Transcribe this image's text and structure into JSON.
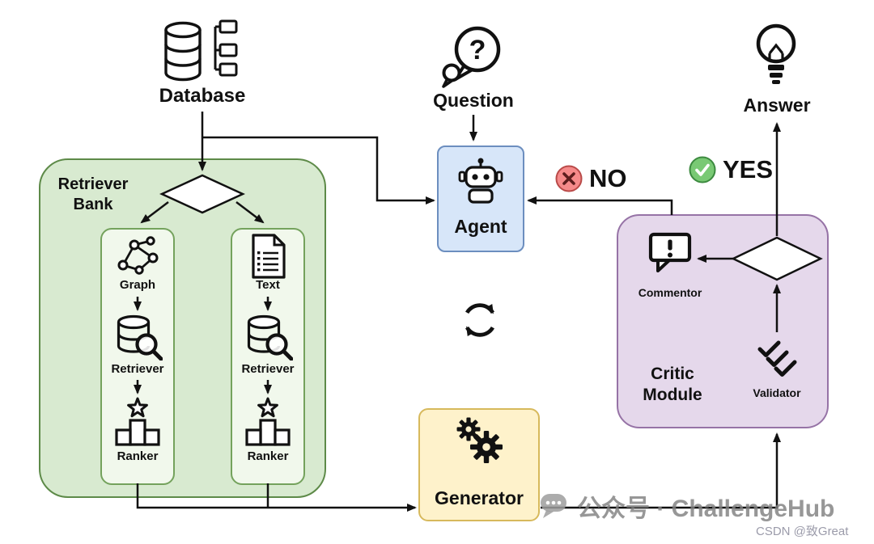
{
  "nodes": {
    "database": {
      "label": "Database"
    },
    "question": {
      "label": "Question"
    },
    "answer": {
      "label": "Answer"
    },
    "agent": {
      "label": "Agent"
    },
    "generator": {
      "label": "Generator"
    },
    "retriever_bank": {
      "label": "Retriever Bank",
      "columns": [
        {
          "source": "Graph",
          "retriever": "Retriever",
          "ranker": "Ranker"
        },
        {
          "source": "Text",
          "retriever": "Retriever",
          "ranker": "Ranker"
        }
      ]
    },
    "critic_module": {
      "label": "Critic Module",
      "commentor": "Commentor",
      "validator": "Validator"
    }
  },
  "decisions": {
    "no_label": "NO",
    "yes_label": "YES"
  },
  "icons": {
    "database": "database-cylinders-with-file-tree",
    "question": "speech-bubbles-question-mark",
    "answer": "lightbulb",
    "agent": "robot",
    "graph": "network-nodes",
    "text": "document-lines",
    "retriever": "database-with-magnifier",
    "ranker": "star-over-podium",
    "loop": "circular-arrows",
    "generator": "gears",
    "commentor": "speech-bubble-exclamation",
    "validator": "triple-checkmarks",
    "no": "red-circle-x",
    "yes": "green-circle-check",
    "watermark": "gray-chat-bubble"
  },
  "colors": {
    "retriever_bank_fill": "#d8ead0",
    "retriever_bank_stroke": "#5d8a48",
    "inner_box_fill": "#f1f8ec",
    "agent_fill": "#d7e6f9",
    "agent_stroke": "#6c8ebf",
    "generator_fill": "#fef2cb",
    "generator_stroke": "#d7b95c",
    "critic_fill": "#e5d8eb",
    "critic_stroke": "#9673a6",
    "no_red": "#f58a8a",
    "yes_green": "#79c974",
    "line": "#111111"
  },
  "watermark": {
    "text": "公众号 · ChallengeHub",
    "credit": "CSDN @致Great"
  }
}
